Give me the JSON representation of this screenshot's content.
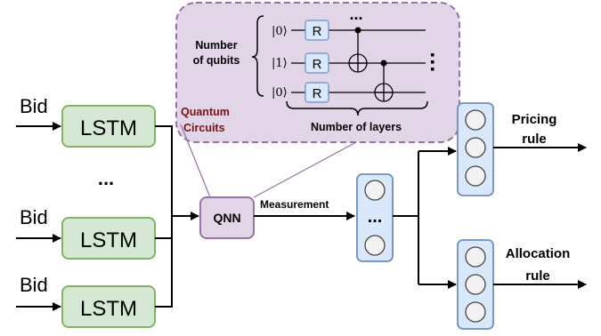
{
  "inputs": [
    {
      "label": "Bid",
      "block": "LSTM"
    },
    {
      "label": "Bid",
      "block": "LSTM"
    },
    {
      "label": "Bid",
      "block": "LSTM"
    }
  ],
  "ellipsis": "...",
  "qnn_label": "QNN",
  "measurement_label": "Measurement",
  "quantum_circuits_label": [
    "Quantum",
    "Circuits"
  ],
  "circuit": {
    "qubit_count_label": [
      "Number",
      "of qubits"
    ],
    "kets": [
      "|0⟩",
      "|1⟩",
      "|0⟩"
    ],
    "gate_label": "R",
    "layers_label": "Number of layers",
    "ellipsis": "..."
  },
  "outputs": [
    {
      "label": [
        "Pricing",
        "rule"
      ]
    },
    {
      "label": [
        "Allocation",
        "rule"
      ]
    }
  ],
  "colors": {
    "lstm_fill": "#d5e8d4",
    "lstm_stroke": "#82b366",
    "qnn_fill": "#e1d5e7",
    "qnn_stroke": "#9673a6",
    "quantum_bg": "#e1d5e7",
    "quantum_stroke": "#9673a6",
    "layer_fill": "#dae8fc",
    "layer_stroke": "#6c8ebf",
    "gate_fill": "#dae8fc",
    "quantum_text": "#7a1010"
  }
}
